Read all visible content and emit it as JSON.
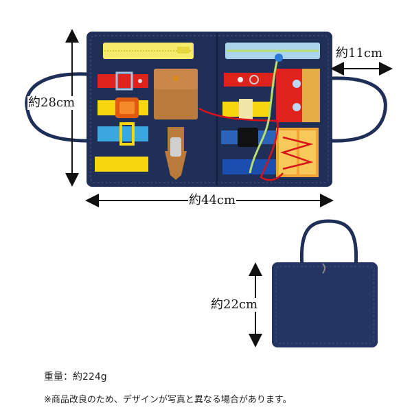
{
  "dimensions": {
    "height_open": "約28cm",
    "depth": "約11cm",
    "width_open": "約44cm",
    "height_closed": "約22cm"
  },
  "weight_label": "重量：約224g",
  "disclaimer": "※商品改良のため、デザインが写真と異なる場合があります。",
  "colors": {
    "felt_navy": "#1f2f58",
    "felt_navy_dark": "#16223f",
    "zipper_yellow": "#f4ec6a",
    "strap_red": "#e0221c",
    "strap_yellow": "#f7d60f",
    "strap_blue": "#39a8e0",
    "pocket_brown": "#b97a3c",
    "lace_red": "#d8141a",
    "lace_green": "#b9df6e",
    "arrow": "#111111"
  },
  "icons": {
    "vertical_arrow": "double-headed-vertical-arrow",
    "horizontal_arrow": "double-headed-horizontal-arrow"
  }
}
